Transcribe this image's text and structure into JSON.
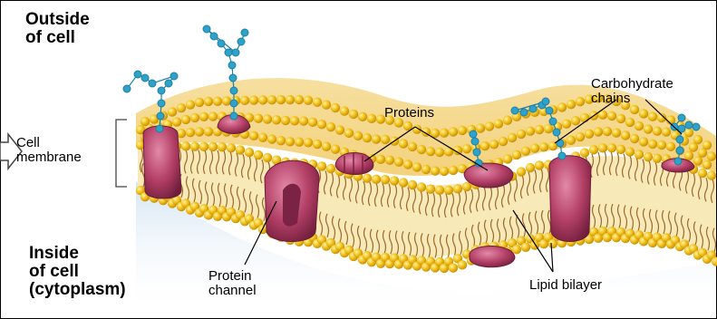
{
  "labels": {
    "outside": [
      "Outside",
      "of cell"
    ],
    "inside": [
      "Inside",
      "of cell",
      "(cytoplasm)"
    ],
    "cell_membrane": [
      "Cell",
      "membrane"
    ],
    "proteins": "Proteins",
    "carbohydrate": [
      "Carbohydrate",
      "chains"
    ],
    "protein_channel": [
      "Protein",
      "channel"
    ],
    "lipid_bilayer": "Lipid bilayer"
  },
  "colors": {
    "head": "#f2c21b",
    "tail": "#9a6a2a",
    "interior": "#f7e9b8",
    "protein": "#b33f66",
    "sugar": "#2fa2c9",
    "shadow": "#bcd6ea"
  },
  "icons": {
    "arrow": "arrow-right-icon",
    "bracket": "bracket-icon"
  }
}
